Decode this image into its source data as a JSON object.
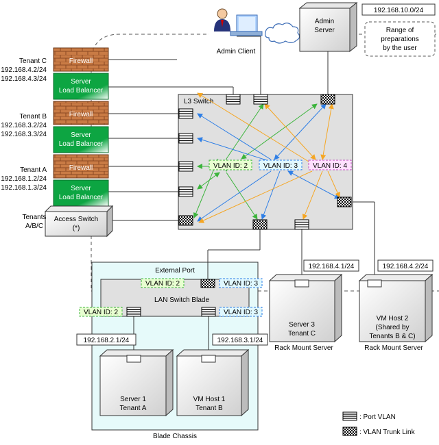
{
  "admin_client": {
    "label": "Admin Client"
  },
  "admin_server": {
    "label_line1": "Admin",
    "label_line2": "Server",
    "subnet": "192.168.10.0/24"
  },
  "range_note": {
    "line1": "Range of",
    "line2": "preparations",
    "line3": "by the user"
  },
  "tenants": [
    {
      "name": "Tenant C",
      "ip1": "192.168.4.2/24",
      "ip2": "192.168.4.3/24"
    },
    {
      "name": "Tenant B",
      "ip1": "192.168.3.2/24",
      "ip2": "192.168.3.3/24"
    },
    {
      "name": "Tenant A",
      "ip1": "192.168.1.2/24",
      "ip2": "192.168.1.3/24"
    }
  ],
  "firewall_label": "Firewall",
  "slb_line1": "Server",
  "slb_line2": "Load Balancer",
  "access_switch": {
    "tenants_line1": "Tenants",
    "tenants_line2": "A/B/C",
    "line1": "Access Switch",
    "line2": "(*)"
  },
  "l3_switch": {
    "label": "L3 Switch",
    "vlan2": "VLAN ID: 2",
    "vlan3": "VLAN ID: 3",
    "vlan4": "VLAN ID: 4"
  },
  "blade": {
    "external_port": "External Port",
    "ext_vlan2": "VLAN ID: 2",
    "ext_vlan3": "VLAN ID: 3",
    "switch_label": "LAN Switch Blade",
    "int_vlan2": "VLAN ID: 2",
    "int_vlan3": "VLAN ID: 3",
    "ip_left": "192.168.2.1/24",
    "ip_right": "192.168.3.1/24",
    "server1_line1": "Server 1",
    "server1_line2": "Tenant A",
    "vmhost1_line1": "VM Host 1",
    "vmhost1_line2": "Tenant B",
    "chassis_label": "Blade Chassis"
  },
  "rack_server3": {
    "ip": "192.168.4.1/24",
    "line1": "Server 3",
    "line2": "Tenant C",
    "caption": "Rack Mount Server"
  },
  "rack_vmhost2": {
    "ip": "192.168.4.2/24",
    "line1": "VM Host 2",
    "line2": "(Shared by",
    "line3": "Tenants B & C)",
    "caption": "Rack Mount Server"
  },
  "legend": {
    "port_vlan": ": Port VLAN",
    "trunk_link": ": VLAN Trunk Link"
  },
  "colors": {
    "green_arrow": "#3cb43c",
    "blue_arrow": "#2f7fe6",
    "orange_arrow": "#f5a623",
    "slb_green": "#0da542",
    "firewall_brick": "#c97b45",
    "chassis_fill": "#e6fafa"
  }
}
